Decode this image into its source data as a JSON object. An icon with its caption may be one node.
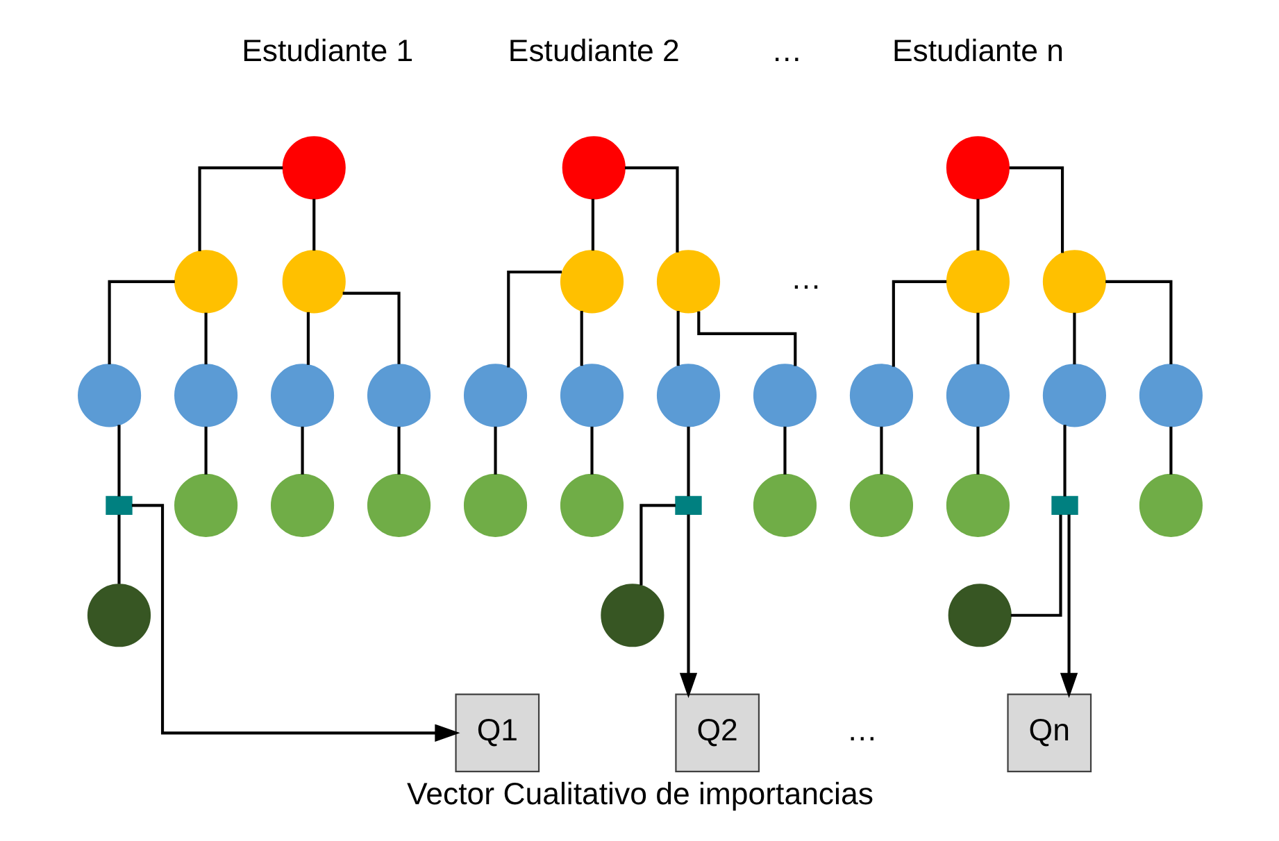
{
  "diagram": {
    "caption": "Vector Cualitativo de importancias",
    "nodes": [
      {
        "text": [],
        "shape": "circle"
      },
      {
        "text": [],
        "shape": "circle"
      },
      {
        "text": [],
        "shape": "circle"
      },
      {
        "text": [],
        "shape": "circle"
      },
      {
        "text": [],
        "shape": "circle"
      },
      {
        "text": [],
        "shape": "circle"
      },
      {
        "text": [],
        "shape": "circle"
      },
      {
        "text": [],
        "shape": "box"
      },
      {
        "text": [],
        "shape": "circle"
      },
      {
        "text": [],
        "shape": "circle"
      },
      {
        "text": [],
        "shape": "circle"
      },
      {
        "text": [],
        "shape": "circle"
      },
      {
        "text": [],
        "shape": "circle"
      },
      {
        "text": [],
        "shape": "circle"
      },
      {
        "text": [],
        "shape": "circle"
      },
      {
        "text": [],
        "shape": "circle"
      },
      {
        "text": [],
        "shape": "circle"
      },
      {
        "text": [],
        "shape": "circle"
      },
      {
        "text": [],
        "shape": "circle"
      },
      {
        "text": [],
        "shape": "box"
      },
      {
        "text": [],
        "shape": "circle"
      },
      {
        "text": [],
        "shape": "circle"
      },
      {
        "text": [],
        "shape": "circle"
      },
      {
        "text": [],
        "shape": "circle"
      },
      {
        "text": [],
        "shape": "circle"
      },
      {
        "text": [],
        "shape": "circle"
      },
      {
        "text": [],
        "shape": "circle"
      },
      {
        "text": [],
        "shape": "circle"
      },
      {
        "text": [],
        "shape": "circle"
      },
      {
        "text": [],
        "shape": "circle"
      },
      {
        "text": [],
        "shape": "circle"
      },
      {
        "text": [],
        "shape": "box"
      },
      {
        "text": [],
        "shape": "circle"
      },
      {
        "text": [],
        "shape": "circle"
      },
      {
        "text": [],
        "shape": "circle"
      },
      {
        "text": [],
        "shape": "circle"
      },
      {
        "text": [
          "Q1"
        ]
      },
      {
        "text": [
          "Q2"
        ]
      },
      {
        "text": [
          "Qn"
        ]
      }
    ],
    "edges": [
      {
        "from": 0,
        "to": 1,
        "arrow": "none"
      },
      {
        "from": 0,
        "to": 2,
        "arrow": "none"
      },
      {
        "from": 1,
        "to": 3,
        "arrow": "none"
      },
      {
        "from": 1,
        "to": 4,
        "arrow": "none"
      },
      {
        "from": 2,
        "to": 5,
        "arrow": "none"
      },
      {
        "from": 2,
        "to": 6,
        "arrow": "none"
      },
      {
        "from": 3,
        "to": 7,
        "arrow": "none"
      },
      {
        "from": 7,
        "to": 8,
        "arrow": "none"
      },
      {
        "from": 4,
        "to": 9,
        "arrow": "none"
      },
      {
        "from": 5,
        "to": 10,
        "arrow": "none"
      },
      {
        "from": 6,
        "to": 11,
        "arrow": "none"
      },
      {
        "from": 7,
        "to": 36,
        "arrow": "to"
      },
      {
        "from": 12,
        "to": 13,
        "arrow": "none"
      },
      {
        "from": 12,
        "to": 14,
        "arrow": "none"
      },
      {
        "from": 13,
        "to": 15,
        "arrow": "none"
      },
      {
        "from": 13,
        "to": 16,
        "arrow": "none"
      },
      {
        "from": 14,
        "to": 17,
        "arrow": "none"
      },
      {
        "from": 14,
        "to": 18,
        "arrow": "none"
      },
      {
        "from": 15,
        "to": 19,
        "arrow": "none"
      },
      {
        "from": 19,
        "to": 20,
        "arrow": "none"
      },
      {
        "from": 16,
        "to": 21,
        "arrow": "none"
      },
      {
        "from": 17,
        "to": 22,
        "arrow": "none"
      },
      {
        "from": 18,
        "to": 23,
        "arrow": "none"
      },
      {
        "from": 19,
        "to": 37,
        "arrow": "to"
      },
      {
        "from": 24,
        "to": 25,
        "arrow": "none"
      },
      {
        "from": 24,
        "to": 26,
        "arrow": "none"
      },
      {
        "from": 25,
        "to": 27,
        "arrow": "none"
      },
      {
        "from": 25,
        "to": 28,
        "arrow": "none"
      },
      {
        "from": 26,
        "to": 29,
        "arrow": "none"
      },
      {
        "from": 26,
        "to": 30,
        "arrow": "none"
      },
      {
        "from": 27,
        "to": 31,
        "arrow": "none"
      },
      {
        "from": 31,
        "to": 32,
        "arrow": "none"
      },
      {
        "from": 28,
        "to": 33,
        "arrow": "none"
      },
      {
        "from": 29,
        "to": 34,
        "arrow": "none"
      },
      {
        "from": 30,
        "to": 35,
        "arrow": "none"
      },
      {
        "from": 31,
        "to": 38,
        "arrow": "to"
      }
    ],
    "labels": [
      "Estudiante 1",
      "Estudiante 2",
      "…",
      "Estudiante n",
      "…",
      "…"
    ]
  }
}
